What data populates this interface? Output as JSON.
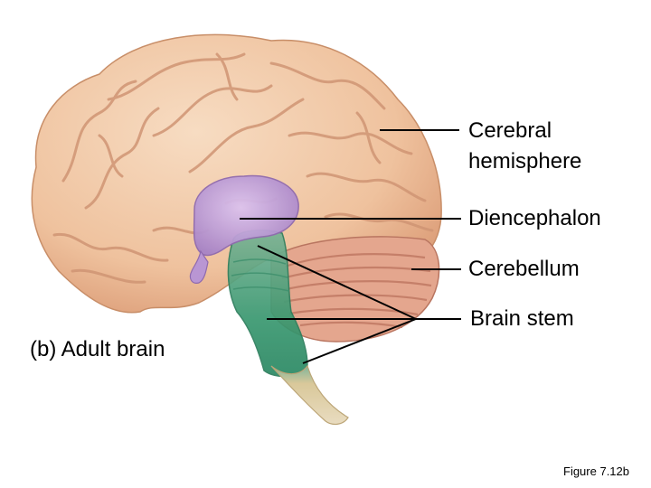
{
  "labels": {
    "cerebral_line1": "Cerebral",
    "cerebral_line2": "hemisphere",
    "diencephalon": "Diencephalon",
    "cerebellum": "Cerebellum",
    "brain_stem": "Brain stem"
  },
  "panel_label": "(b) Adult brain",
  "figure_caption": "Figure 7.12b",
  "colors": {
    "cerebrum": "#f1c9a6",
    "cerebrum_fold": "#d9a17c",
    "diencephalon": "#c6a3dc",
    "cerebellum": "#e3a48d",
    "brain_stem": "#5aa683",
    "brain_stem_dark": "#2f8a68",
    "spinal_cord": "#d8c392",
    "leader_line": "#000000"
  }
}
